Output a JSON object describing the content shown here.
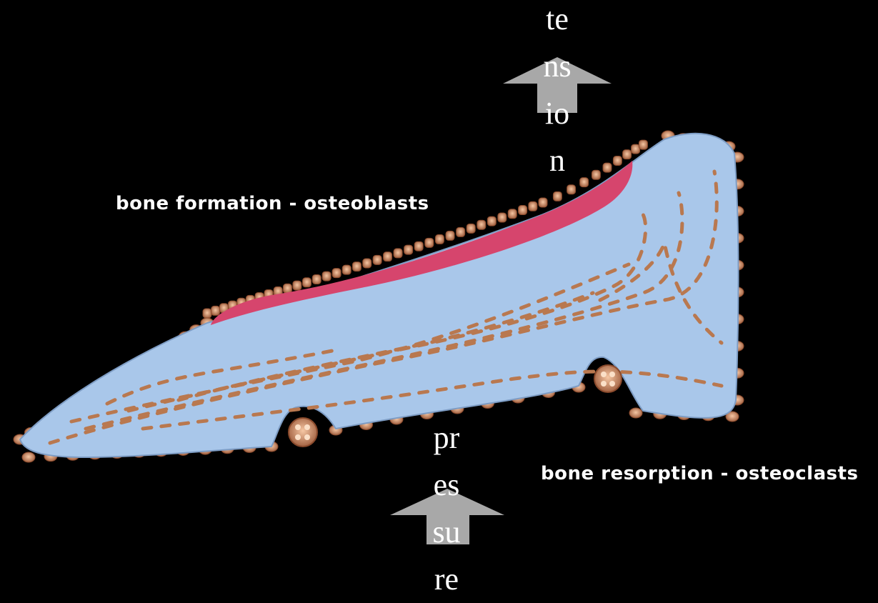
{
  "labels": {
    "bone_formation": "bone formation - osteoblasts",
    "bone_resorption": "bone resorption - osteoclasts"
  },
  "tension": {
    "fragments": [
      "te",
      "ns",
      "io",
      "n"
    ]
  },
  "pressure": {
    "fragments": [
      "pr",
      "es",
      "su",
      "re"
    ]
  },
  "colors": {
    "background": "#000000",
    "bone": "#a9c7ea",
    "osteoid": "#d6456d",
    "cells": "#b9784f",
    "arrow": "#a8a8a8",
    "text": "#ffffff"
  }
}
